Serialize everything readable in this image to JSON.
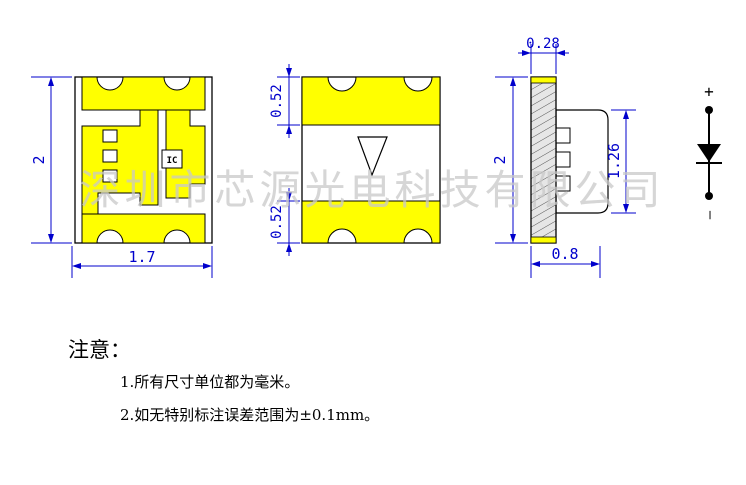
{
  "watermark": "深圳市芯源光电科技有限公司",
  "dimensions": {
    "front_height": "2",
    "front_width": "1.7",
    "back_top_pad": "0.52",
    "back_bottom_pad": "0.52",
    "side_thickness": "0.28",
    "side_height": "2",
    "side_lead_span": "1.26",
    "side_width": "0.8"
  },
  "ic_label": "IC",
  "symbol": {
    "plus": "+",
    "minus": "—"
  },
  "notes": {
    "title": "注意：",
    "items": [
      "1.所有尺寸单位都为毫米。",
      "2.如无特别标注误差范围为±0.1mm。"
    ]
  },
  "colors": {
    "pad": "#ffff00",
    "dimension": "#0000cc",
    "outline": "#000000",
    "watermark": "#c8c8c8",
    "body_fill": "#dcdcdc"
  }
}
